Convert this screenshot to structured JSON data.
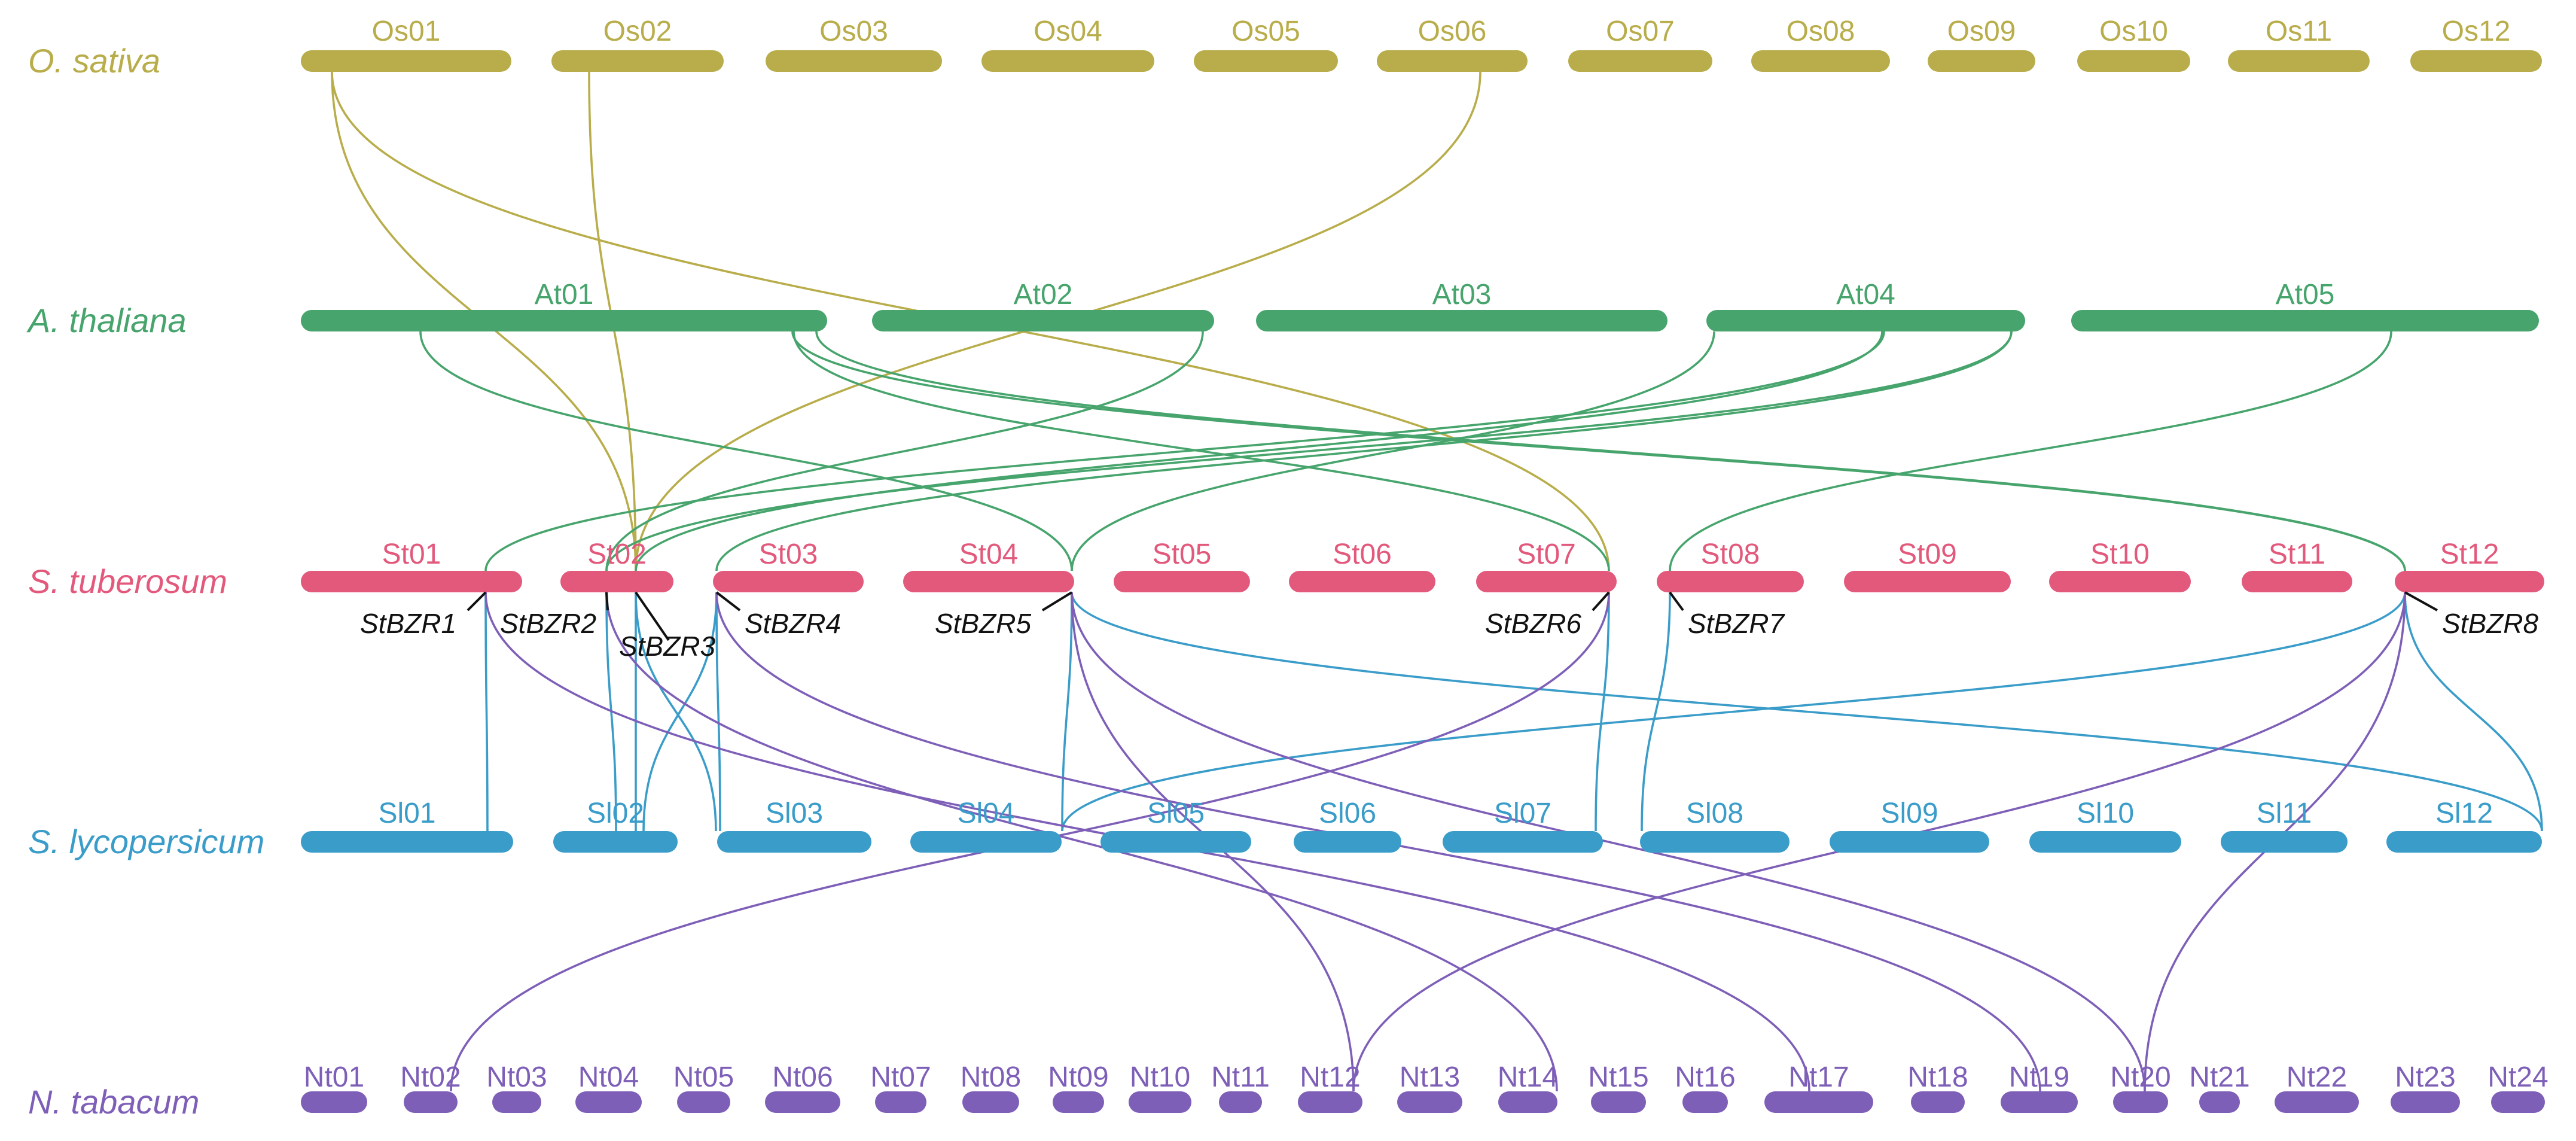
{
  "colors": {
    "os": "#b8ad4a",
    "at": "#46a46c",
    "st": "#e2597c",
    "sl": "#3a9cc9",
    "nt": "#7e5fb8",
    "gene": "#111111"
  },
  "tracks": [
    {
      "id": "os",
      "species": "O. sativa",
      "color": "#b8ad4a",
      "chromosomes": [
        "Os01",
        "Os02",
        "Os03",
        "Os04",
        "Os05",
        "Os06",
        "Os07",
        "Os08",
        "Os09",
        "Os10",
        "Os11",
        "Os12"
      ]
    },
    {
      "id": "at",
      "species": "A. thaliana",
      "color": "#46a46c",
      "chromosomes": [
        "At01",
        "At02",
        "At03",
        "At04",
        "At05"
      ]
    },
    {
      "id": "st",
      "species": "S. tuberosum",
      "color": "#e2597c",
      "chromosomes": [
        "St01",
        "St02",
        "St03",
        "St04",
        "St05",
        "St06",
        "St07",
        "St08",
        "St09",
        "St10",
        "St11",
        "St12"
      ]
    },
    {
      "id": "sl",
      "species": "S. lycopersicum",
      "color": "#3a9cc9",
      "chromosomes": [
        "Sl01",
        "Sl02",
        "Sl03",
        "Sl04",
        "Sl05",
        "Sl06",
        "Sl07",
        "Sl08",
        "Sl09",
        "Sl10",
        "Sl11",
        "Sl12"
      ]
    },
    {
      "id": "nt",
      "species": "N. tabacum",
      "color": "#7e5fb8",
      "chromosomes": [
        "Nt01",
        "Nt02",
        "Nt03",
        "Nt04",
        "Nt05",
        "Nt06",
        "Nt07",
        "Nt08",
        "Nt09",
        "Nt10",
        "Nt11",
        "Nt12",
        "Nt13",
        "Nt14",
        "Nt15",
        "Nt16",
        "Nt17",
        "Nt18",
        "Nt19",
        "Nt20",
        "Nt21",
        "Nt22",
        "Nt23",
        "Nt24"
      ]
    }
  ],
  "genes": [
    {
      "name": "StBZR1",
      "chromosome": "St01"
    },
    {
      "name": "StBZR2",
      "chromosome": "St02"
    },
    {
      "name": "StBZR3",
      "chromosome": "St02"
    },
    {
      "name": "StBZR4",
      "chromosome": "St03"
    },
    {
      "name": "StBZR5",
      "chromosome": "St04"
    },
    {
      "name": "StBZR6",
      "chromosome": "St07"
    },
    {
      "name": "StBZR7",
      "chromosome": "St08"
    },
    {
      "name": "StBZR8",
      "chromosome": "St12"
    }
  ],
  "links": [
    {
      "from": "Os01",
      "to": "StBZR3"
    },
    {
      "from": "Os01",
      "to": "StBZR6"
    },
    {
      "from": "Os02",
      "to": "StBZR3"
    },
    {
      "from": "Os06",
      "to": "StBZR3"
    },
    {
      "from": "At01",
      "to": "StBZR5"
    },
    {
      "from": "At01",
      "to": "StBZR8"
    },
    {
      "from": "At01",
      "to": "StBZR6"
    },
    {
      "from": "At01",
      "to": "StBZR8"
    },
    {
      "from": "At02",
      "to": "StBZR2"
    },
    {
      "from": "At04",
      "to": "StBZR1"
    },
    {
      "from": "At04",
      "to": "StBZR3"
    },
    {
      "from": "At04",
      "to": "StBZR2"
    },
    {
      "from": "At04",
      "to": "StBZR5"
    },
    {
      "from": "At04",
      "to": "StBZR4"
    },
    {
      "from": "At05",
      "to": "StBZR7"
    },
    {
      "from": "StBZR1",
      "to": "Sl01"
    },
    {
      "from": "StBZR2",
      "to": "Sl02"
    },
    {
      "from": "StBZR3",
      "to": "Sl02"
    },
    {
      "from": "StBZR3",
      "to": "Sl03"
    },
    {
      "from": "StBZR4",
      "to": "Sl02"
    },
    {
      "from": "StBZR4",
      "to": "Sl03"
    },
    {
      "from": "StBZR5",
      "to": "Sl04"
    },
    {
      "from": "StBZR5",
      "to": "Sl12"
    },
    {
      "from": "StBZR6",
      "to": "Sl07"
    },
    {
      "from": "StBZR7",
      "to": "Sl08"
    },
    {
      "from": "StBZR8",
      "to": "Sl04"
    },
    {
      "from": "StBZR8",
      "to": "Sl12"
    },
    {
      "from": "StBZR1",
      "to": "Nt17"
    },
    {
      "from": "StBZR2",
      "to": "Nt14"
    },
    {
      "from": "StBZR4",
      "to": "Nt19"
    },
    {
      "from": "StBZR5",
      "to": "Nt12"
    },
    {
      "from": "StBZR5",
      "to": "Nt20"
    },
    {
      "from": "StBZR6",
      "to": "Nt02"
    },
    {
      "from": "StBZR8",
      "to": "Nt12"
    },
    {
      "from": "StBZR8",
      "to": "Nt20"
    }
  ]
}
